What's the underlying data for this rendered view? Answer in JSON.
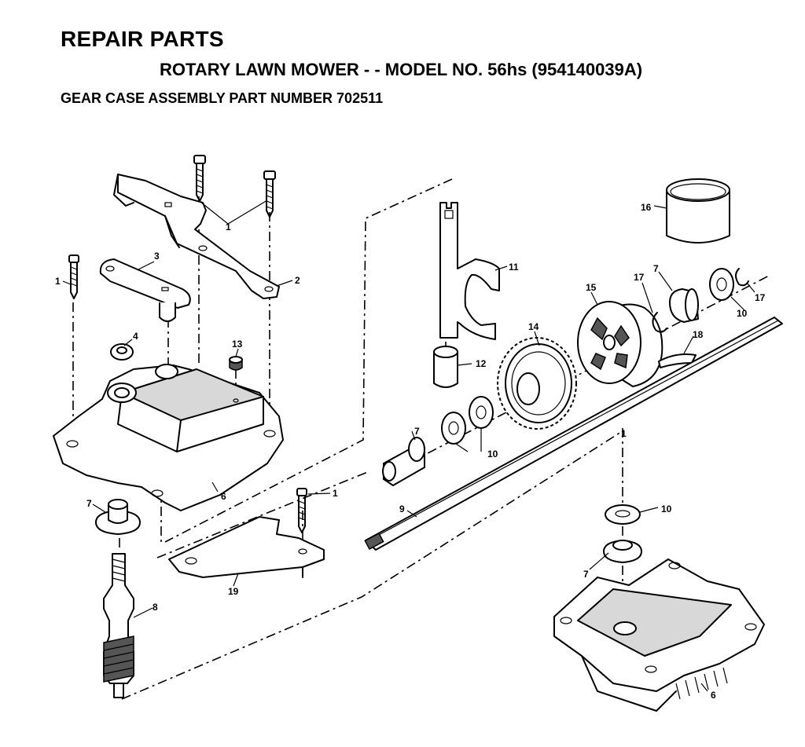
{
  "header": {
    "title": "REPAIR PARTS",
    "subtitle": "ROTARY LAWN MOWER - - MODEL NO. 56hs (954140039A)",
    "assembly": "GEAR CASE ASSEMBLY PART NUMBER 702511"
  },
  "callouts": {
    "c1a": "1",
    "c1b": "1",
    "c1c": "1",
    "c1d": "1",
    "c2": "2",
    "c3": "3",
    "c4": "4",
    "c6a": "6",
    "c6b": "6",
    "c7a": "7",
    "c7b": "7",
    "c7c": "7",
    "c7d": "7",
    "c8": "8",
    "c9": "9",
    "c10a": "10",
    "c10b": "10",
    "c10c": "10",
    "c11": "11",
    "c12": "12",
    "c13": "13",
    "c14": "14",
    "c15": "15",
    "c16": "16",
    "c17a": "17",
    "c17b": "17",
    "c18": "18",
    "c19": "19"
  }
}
